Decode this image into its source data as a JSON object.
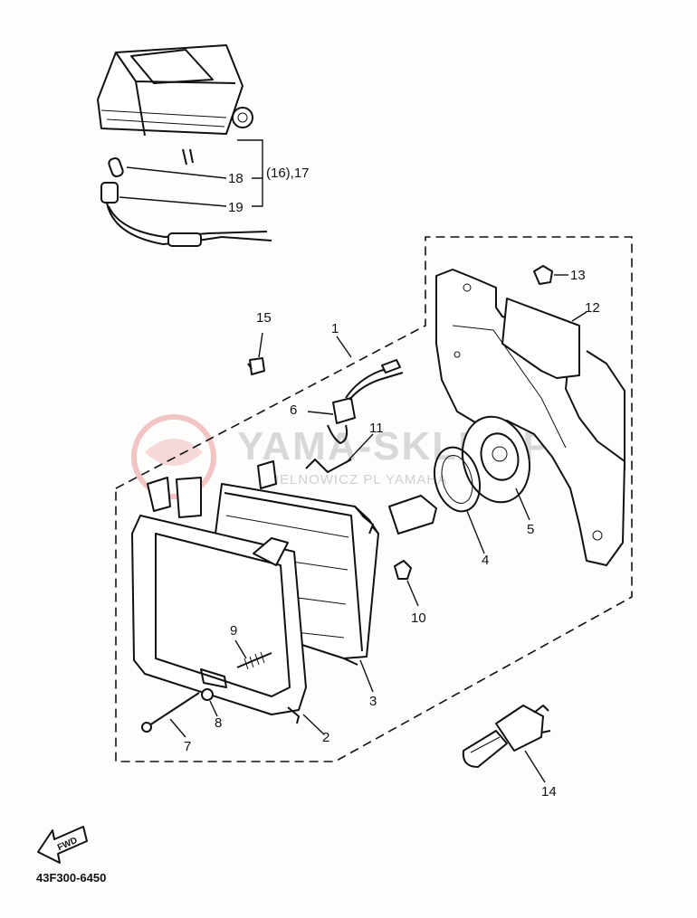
{
  "diagram": {
    "watermark": {
      "brand": "YAMA-SKLEP.PL",
      "subtext": "CIELNOWICZ  PL  YAMAHA"
    },
    "callouts": [
      {
        "id": "c1",
        "text": "1"
      },
      {
        "id": "c2",
        "text": "2"
      },
      {
        "id": "c3",
        "text": "3"
      },
      {
        "id": "c4",
        "text": "4"
      },
      {
        "id": "c5",
        "text": "5"
      },
      {
        "id": "c6",
        "text": "6"
      },
      {
        "id": "c7",
        "text": "7"
      },
      {
        "id": "c8",
        "text": "8"
      },
      {
        "id": "c9",
        "text": "9"
      },
      {
        "id": "c10",
        "text": "10"
      },
      {
        "id": "c11",
        "text": "11"
      },
      {
        "id": "c12",
        "text": "12"
      },
      {
        "id": "c13",
        "text": "13"
      },
      {
        "id": "c14",
        "text": "14"
      },
      {
        "id": "c15",
        "text": "15"
      },
      {
        "id": "c16",
        "text": "(16),17"
      },
      {
        "id": "c18",
        "text": "18"
      },
      {
        "id": "c19",
        "text": "19"
      }
    ],
    "direction_label": "FWD",
    "diagram_code": "43F300-6450"
  }
}
